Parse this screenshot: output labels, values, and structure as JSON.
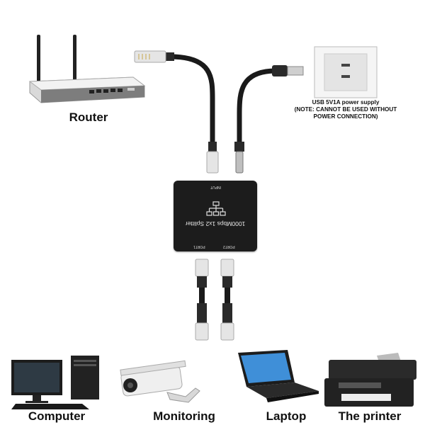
{
  "labels": {
    "router": "Router",
    "computer": "Computer",
    "monitoring": "Monitoring",
    "laptop": "Laptop",
    "printer": "The printer"
  },
  "power_note": {
    "line1": "USB 5V1A power supply",
    "line2": "(NOTE: CANNOT BE USED WITHOUT",
    "line3": "POWER CONNECTION)"
  },
  "splitter": {
    "title": "1000Mbps 1x2 Splitter",
    "port_in": "INPUT",
    "port_out1": "PORT1",
    "port_out2": "PORT2"
  },
  "icons": {
    "router": "router-icon",
    "outlet": "usb-wall-outlet-icon",
    "network": "network-topology-icon",
    "computer": "desktop-computer-icon",
    "camera": "security-camera-icon",
    "laptop": "laptop-icon",
    "printer": "printer-icon"
  }
}
